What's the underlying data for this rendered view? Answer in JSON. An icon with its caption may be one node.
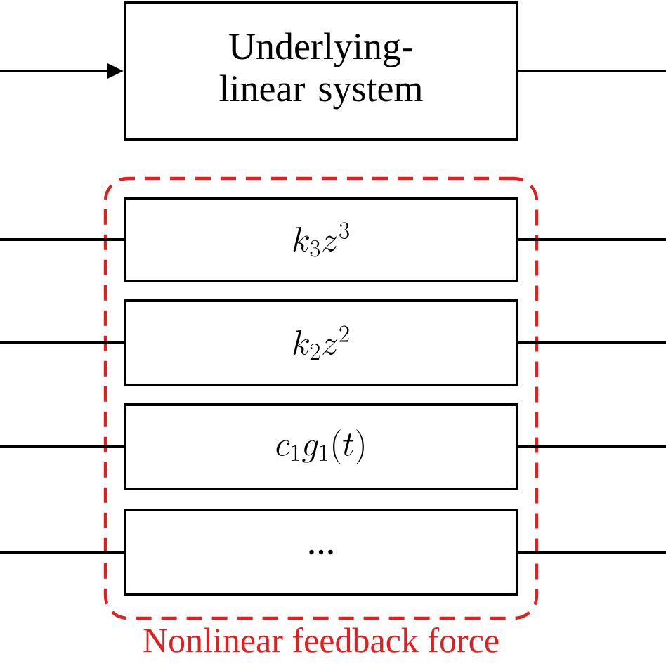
{
  "diagram": {
    "nodes": [
      {
        "text": [
          "Underlying-linear system"
        ]
      },
      {
        "text": [
          "Nonlinear feedback force"
        ]
      },
      {
        "text": [
          "k_3z^3"
        ],
        "in": 1
      },
      {
        "text": [
          "k_2z^2"
        ],
        "in": 1
      },
      {
        "text": [
          "c_1g_1(t)"
        ],
        "in": 1
      },
      {
        "text": [
          "..."
        ],
        "in": 1
      }
    ],
    "edges": [
      {
        "from": null,
        "to": 0,
        "arrow": "to"
      },
      {
        "from": 0,
        "to": null,
        "arrow": "none"
      },
      {
        "from": null,
        "to": 2,
        "arrow": "none"
      },
      {
        "from": 2,
        "to": null,
        "arrow": "none"
      },
      {
        "from": null,
        "to": 3,
        "arrow": "none"
      },
      {
        "from": 3,
        "to": null,
        "arrow": "none"
      },
      {
        "from": null,
        "to": 4,
        "arrow": "none"
      },
      {
        "from": 4,
        "to": null,
        "arrow": "none"
      },
      {
        "from": null,
        "to": 5,
        "arrow": "none"
      },
      {
        "from": 5,
        "to": null,
        "arrow": "none"
      }
    ]
  }
}
